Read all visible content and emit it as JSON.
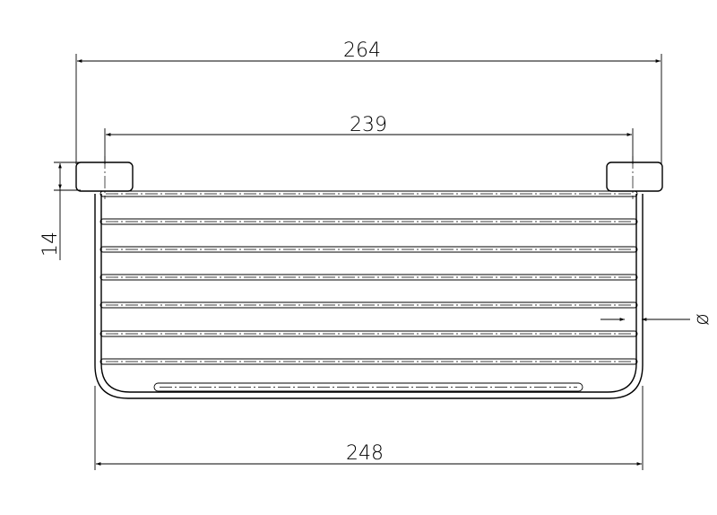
{
  "drawing": {
    "dimensions": {
      "overall_width": "264",
      "mount_spacing": "239",
      "basket_width": "248",
      "mount_height": "14",
      "wire_diameter_symbol": "ø"
    }
  }
}
